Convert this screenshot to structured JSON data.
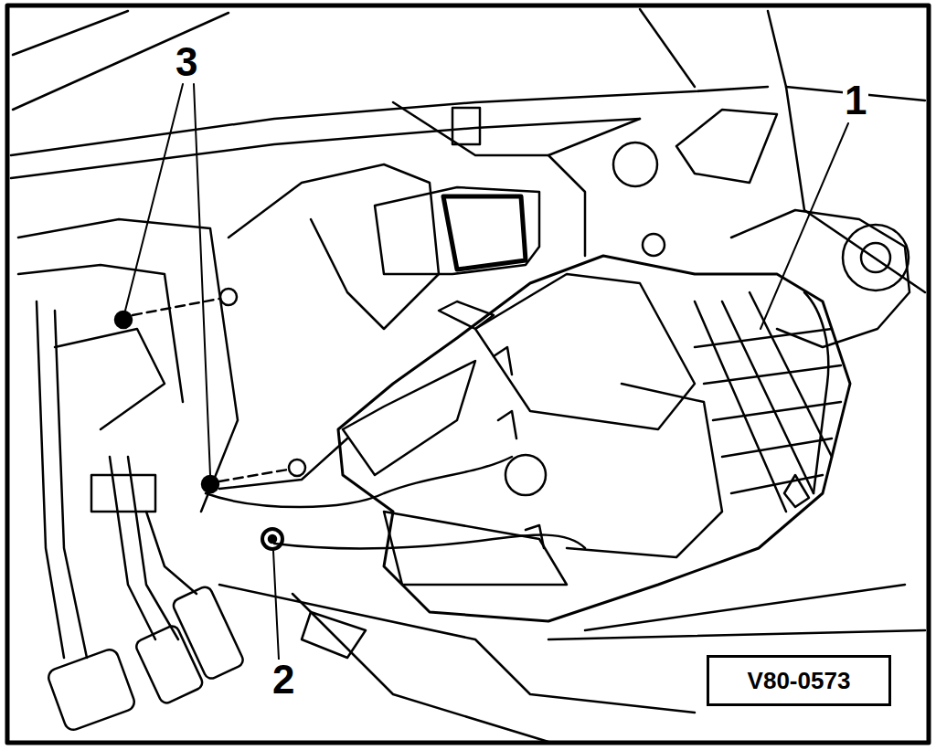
{
  "diagram": {
    "nodes": [
      {
        "text": [
          "V80-0573"
        ]
      }
    ],
    "labels": [
      "3",
      "1",
      "2"
    ]
  }
}
